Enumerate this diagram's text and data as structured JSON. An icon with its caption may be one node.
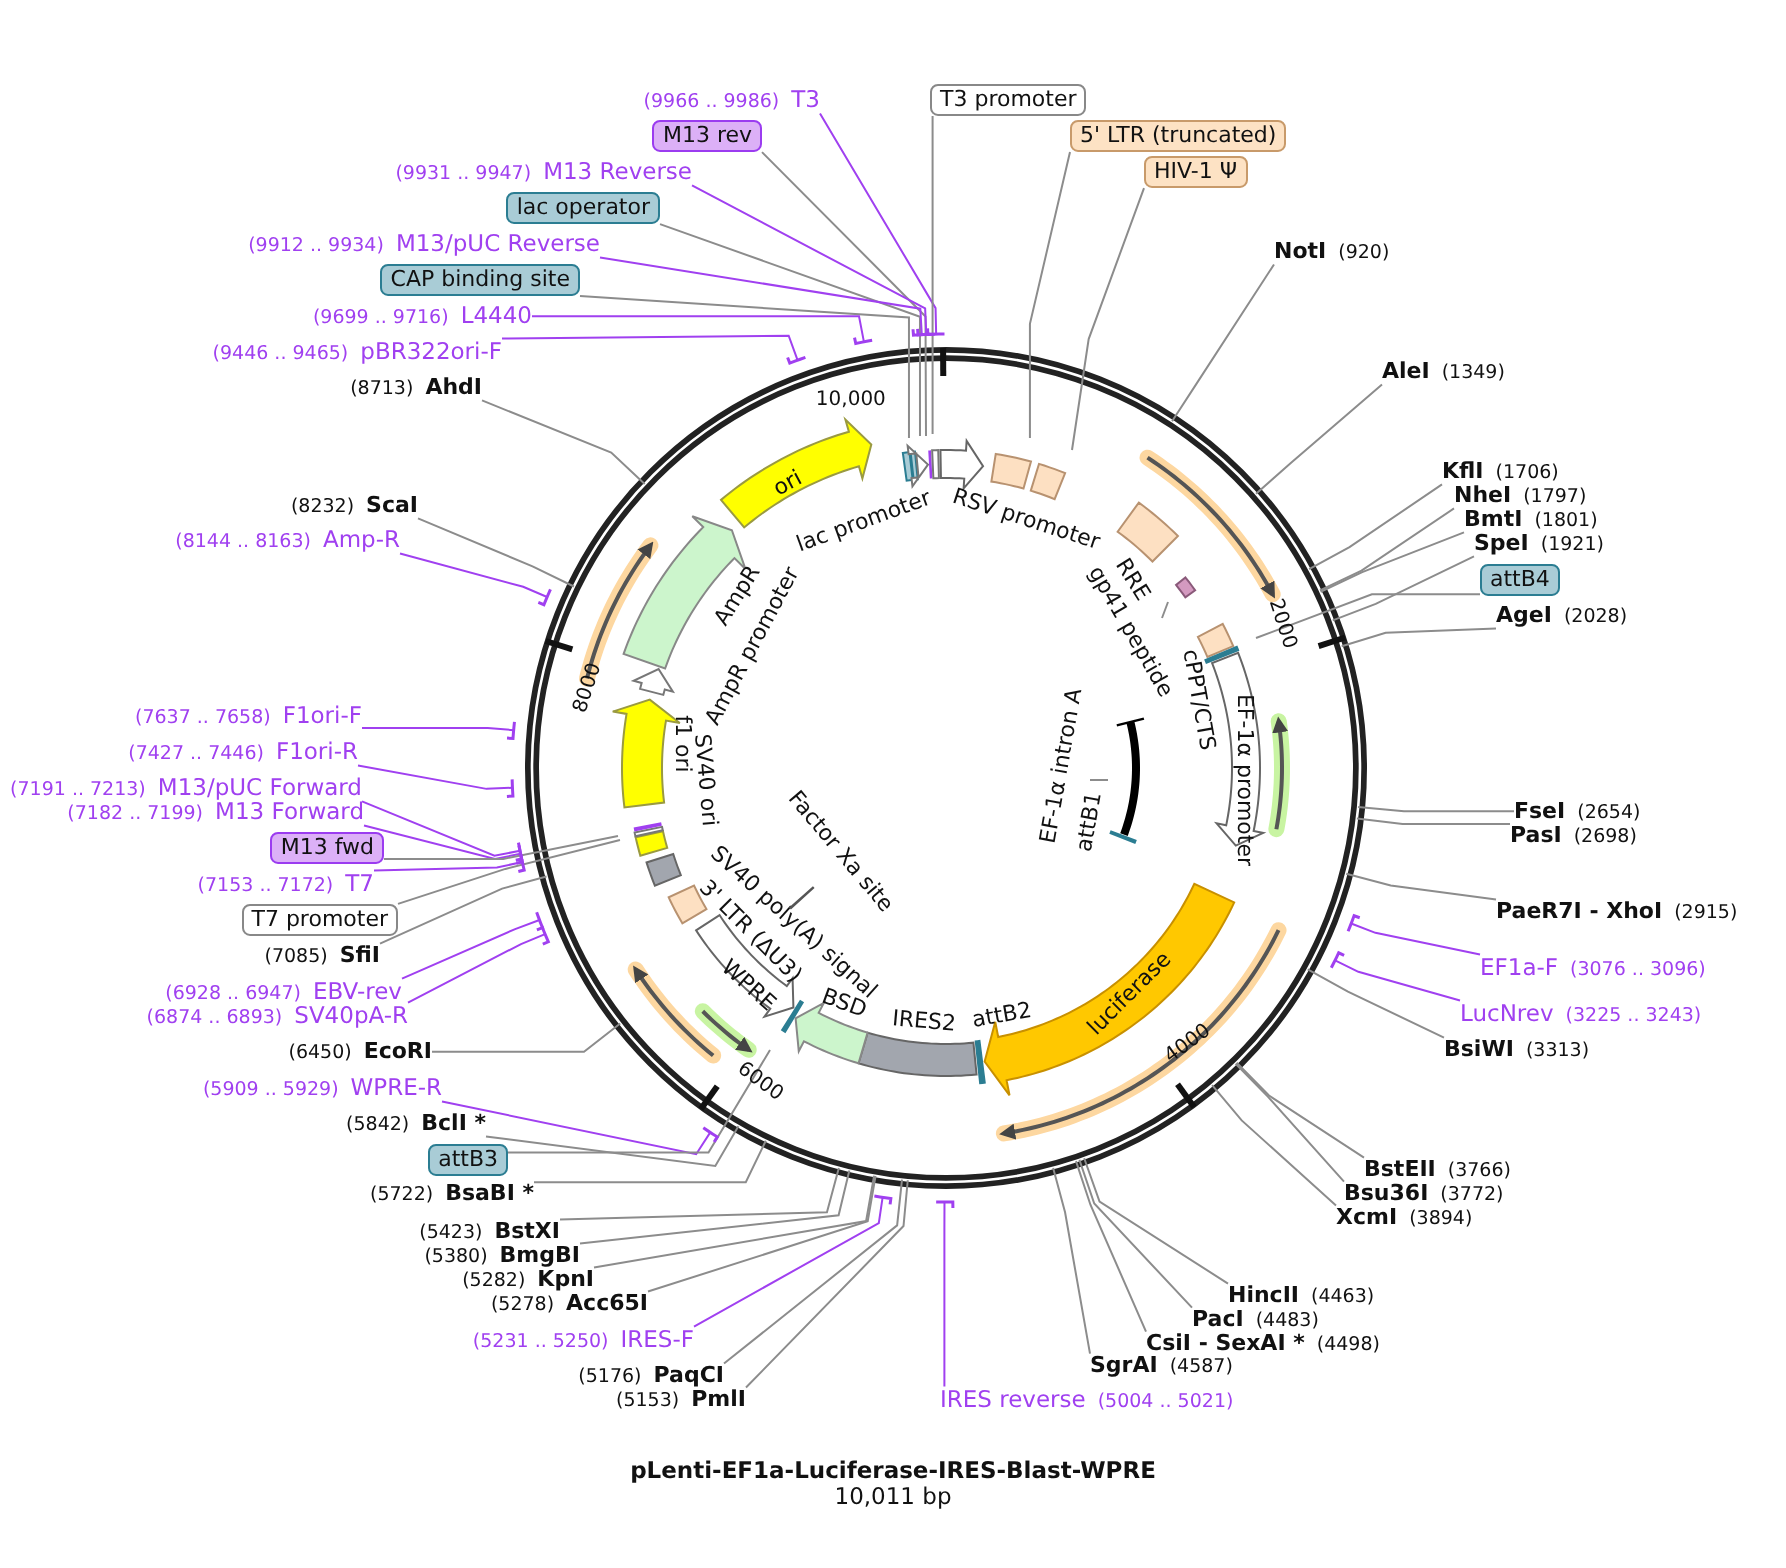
{
  "diagram": {
    "title": "pLenti-EF1a-Luciferase-IRES-Blast-WPRE",
    "caption": "10,011 bp",
    "nodes": [
      {
        "text": [
          "(9966 .. 9986)",
          "T3"
        ]
      },
      {
        "text": [
          "M13 rev"
        ]
      },
      {
        "text": [
          "(9931 .. 9947)",
          "M13 Reverse"
        ]
      },
      {
        "text": [
          "lac operator"
        ]
      },
      {
        "text": [
          "(9912 .. 9934)",
          "M13/pUC Reverse"
        ]
      },
      {
        "text": [
          "CAP binding site"
        ]
      },
      {
        "text": [
          "(9699 .. 9716)",
          "L4440"
        ]
      },
      {
        "text": [
          "(9446 .. 9465)",
          "pBR322ori-F"
        ]
      },
      {
        "text": [
          "(8713)",
          "AhdI"
        ]
      },
      {
        "text": [
          "(8232)",
          "ScaI"
        ]
      },
      {
        "text": [
          "(8144 .. 8163)",
          "Amp-R"
        ]
      },
      {
        "text": [
          "(7637 .. 7658)",
          "F1ori-F"
        ]
      },
      {
        "text": [
          "(7427 .. 7446)",
          "F1ori-R"
        ]
      },
      {
        "text": [
          "(7191 .. 7213)",
          "M13/pUC Forward"
        ]
      },
      {
        "text": [
          "(7182 .. 7199)",
          "M13 Forward"
        ]
      },
      {
        "text": [
          "M13 fwd"
        ]
      },
      {
        "text": [
          "(7153 .. 7172)",
          "T7"
        ]
      },
      {
        "text": [
          "T7 promoter"
        ]
      },
      {
        "text": [
          "(7085)",
          "SfiI"
        ]
      },
      {
        "text": [
          "(6928 .. 6947)",
          "EBV-rev"
        ]
      },
      {
        "text": [
          "(6874 .. 6893)",
          "SV40pA-R"
        ]
      },
      {
        "text": [
          "(6450)",
          "EcoRI"
        ]
      },
      {
        "text": [
          "(5909 .. 5929)",
          "WPRE-R"
        ]
      },
      {
        "text": [
          "(5842)",
          "BclI *"
        ]
      },
      {
        "text": [
          "attB3"
        ]
      },
      {
        "text": [
          "(5722)",
          "BsaBI *"
        ]
      },
      {
        "text": [
          "(5423)",
          "BstXI"
        ]
      },
      {
        "text": [
          "(5380)",
          "BmgBI"
        ]
      },
      {
        "text": [
          "(5282)",
          "KpnI"
        ]
      },
      {
        "text": [
          "(5278)",
          "Acc65I"
        ]
      },
      {
        "text": [
          "(5231 .. 5250)",
          "IRES-F"
        ]
      },
      {
        "text": [
          "(5176)",
          "PaqCI"
        ]
      },
      {
        "text": [
          "(5153)",
          "PmlI"
        ]
      },
      {
        "text": [
          "IRES reverse",
          "(5004 .. 5021)"
        ]
      },
      {
        "text": [
          "T3 promoter"
        ]
      },
      {
        "text": [
          "5' LTR (truncated)"
        ]
      },
      {
        "text": [
          "HIV-1 Ψ"
        ]
      },
      {
        "text": [
          "NotI",
          "(920)"
        ]
      },
      {
        "text": [
          "AleI",
          "(1349)"
        ]
      },
      {
        "text": [
          "KflI",
          "(1706)"
        ]
      },
      {
        "text": [
          "NheI",
          "(1797)"
        ]
      },
      {
        "text": [
          "BmtI",
          "(1801)"
        ]
      },
      {
        "text": [
          "SpeI",
          "(1921)"
        ]
      },
      {
        "text": [
          "attB4"
        ]
      },
      {
        "text": [
          "AgeI",
          "(2028)"
        ]
      },
      {
        "text": [
          "FseI",
          "(2654)"
        ]
      },
      {
        "text": [
          "PasI",
          "(2698)"
        ]
      },
      {
        "text": [
          "PaeR7I - XhoI",
          "(2915)"
        ]
      },
      {
        "text": [
          "EF1a-F",
          "(3076 .. 3096)"
        ]
      },
      {
        "text": [
          "LucNrev",
          "(3225 .. 3243)"
        ]
      },
      {
        "text": [
          "BsiWI",
          "(3313)"
        ]
      },
      {
        "text": [
          "BstEII",
          "(3766)"
        ]
      },
      {
        "text": [
          "Bsu36I",
          "(3772)"
        ]
      },
      {
        "text": [
          "XcmI",
          "(3894)"
        ]
      },
      {
        "text": [
          "HincII",
          "(4463)"
        ]
      },
      {
        "text": [
          "PacI",
          "(4483)"
        ]
      },
      {
        "text": [
          "CsiI - SexAI *",
          "(4498)"
        ]
      },
      {
        "text": [
          "SgrAI",
          "(4587)"
        ]
      },
      {
        "text": [],
        "shape": "box"
      },
      {
        "text": [],
        "shape": "box"
      },
      {
        "text": [],
        "shape": "arrow",
        "beside": [
          "lac promoter"
        ]
      },
      {
        "text": [],
        "shape": "bar"
      },
      {
        "text": [],
        "shape": "box"
      },
      {
        "text": [],
        "shape": "arrow",
        "beside": [
          "RSV promoter"
        ]
      },
      {
        "text": [],
        "shape": "box"
      },
      {
        "text": [],
        "shape": "box"
      },
      {
        "text": [],
        "shape": "box",
        "beside": [
          "RRE"
        ]
      },
      {
        "text": [],
        "shape": "box"
      },
      {
        "text": [],
        "shape": "box",
        "beside": [
          "cPPT/CTS"
        ]
      },
      {
        "text": [],
        "shape": "bar"
      },
      {
        "text": [
          "EF-1α promoter"
        ]
      },
      {
        "text": [],
        "shape": "arc"
      },
      {
        "text": [],
        "shape": "bar",
        "beside": [
          "attB1"
        ]
      },
      {
        "text": [
          "luciferase"
        ]
      },
      {
        "text": [],
        "shape": "bar",
        "beside": [
          "attB2"
        ]
      },
      {
        "text": [],
        "shape": "box",
        "beside": [
          "IRES2"
        ]
      },
      {
        "text": [],
        "shape": "arrow",
        "beside": [
          "BSD"
        ]
      },
      {
        "text": [],
        "shape": "bar"
      },
      {
        "text": [
          "WPRE"
        ]
      },
      {
        "text": [],
        "shape": "box",
        "beside": [
          "3' LTR (ΔU3)"
        ]
      },
      {
        "text": [],
        "shape": "box"
      },
      {
        "text": [],
        "shape": "box"
      },
      {
        "text": [],
        "shape": "box"
      },
      {
        "text": [],
        "shape": "bar"
      },
      {
        "text": [],
        "shape": "arrow",
        "beside": [
          "f1 ori"
        ]
      },
      {
        "text": [],
        "shape": "arrow"
      },
      {
        "text": [],
        "shape": "arrow",
        "beside": [
          "AmpR"
        ]
      },
      {
        "text": [
          "ori"
        ]
      },
      {
        "text": [
          "gp41 peptide"
        ]
      },
      {
        "text": [
          "EF-1α intron A"
        ]
      },
      {
        "text": [],
        "shape": "bar",
        "beside": [
          "Factor Xa site"
        ]
      }
    ],
    "edges": [
      {
        "from": 0,
        "to": null,
        "arrow": "none",
        "color": "#a040f0"
      },
      {
        "from": 1,
        "to": 61,
        "arrow": "none"
      },
      {
        "from": 2,
        "to": null,
        "arrow": "none",
        "color": "#a040f0"
      },
      {
        "from": 3,
        "to": 59,
        "arrow": "none"
      },
      {
        "from": 4,
        "to": null,
        "arrow": "none",
        "color": "#a040f0"
      },
      {
        "from": 5,
        "to": 58,
        "arrow": "none"
      },
      {
        "from": 6,
        "to": null,
        "arrow": "none",
        "color": "#a040f0"
      },
      {
        "from": 7,
        "to": null,
        "arrow": "none",
        "color": "#a040f0"
      },
      {
        "from": 8,
        "to": null,
        "arrow": "none"
      },
      {
        "from": 9,
        "to": null,
        "arrow": "none"
      },
      {
        "from": 10,
        "to": null,
        "arrow": "none",
        "color": "#a040f0"
      },
      {
        "from": 11,
        "to": null,
        "arrow": "none",
        "color": "#a040f0"
      },
      {
        "from": 12,
        "to": null,
        "arrow": "none",
        "color": "#a040f0"
      },
      {
        "from": 13,
        "to": null,
        "arrow": "none",
        "color": "#a040f0"
      },
      {
        "from": 14,
        "to": null,
        "arrow": "none",
        "color": "#a040f0"
      },
      {
        "from": 15,
        "to": 83,
        "arrow": "none"
      },
      {
        "from": 16,
        "to": null,
        "arrow": "none",
        "color": "#a040f0"
      },
      {
        "from": 17,
        "to": 82,
        "arrow": "none"
      },
      {
        "from": 18,
        "to": null,
        "arrow": "none"
      },
      {
        "from": 19,
        "to": null,
        "arrow": "none",
        "color": "#a040f0"
      },
      {
        "from": 20,
        "to": null,
        "arrow": "none",
        "color": "#a040f0"
      },
      {
        "from": 21,
        "to": null,
        "arrow": "none"
      },
      {
        "from": 22,
        "to": null,
        "arrow": "none",
        "color": "#a040f0"
      },
      {
        "from": 23,
        "to": null,
        "arrow": "none"
      },
      {
        "from": 24,
        "to": 77,
        "arrow": "none"
      },
      {
        "from": 25,
        "to": null,
        "arrow": "none"
      },
      {
        "from": 26,
        "to": null,
        "arrow": "none"
      },
      {
        "from": 27,
        "to": null,
        "arrow": "none"
      },
      {
        "from": 28,
        "to": null,
        "arrow": "none"
      },
      {
        "from": 29,
        "to": null,
        "arrow": "none"
      },
      {
        "from": 30,
        "to": null,
        "arrow": "none",
        "color": "#a040f0"
      },
      {
        "from": 31,
        "to": null,
        "arrow": "none"
      },
      {
        "from": 32,
        "to": null,
        "arrow": "none"
      },
      {
        "from": 33,
        "to": null,
        "arrow": "none",
        "color": "#a040f0"
      },
      {
        "from": 34,
        "to": 62,
        "arrow": "none"
      },
      {
        "from": 35,
        "to": 64,
        "arrow": "none"
      },
      {
        "from": 36,
        "to": 65,
        "arrow": "none"
      },
      {
        "from": 37,
        "to": null,
        "arrow": "none"
      },
      {
        "from": 38,
        "to": null,
        "arrow": "none"
      },
      {
        "from": 39,
        "to": null,
        "arrow": "none"
      },
      {
        "from": 40,
        "to": null,
        "arrow": "none"
      },
      {
        "from": 41,
        "to": null,
        "arrow": "none"
      },
      {
        "from": 42,
        "to": null,
        "arrow": "none"
      },
      {
        "from": 43,
        "to": 69,
        "arrow": "none"
      },
      {
        "from": 44,
        "to": null,
        "arrow": "none"
      },
      {
        "from": 45,
        "to": null,
        "arrow": "none"
      },
      {
        "from": 46,
        "to": null,
        "arrow": "none"
      },
      {
        "from": 47,
        "to": null,
        "arrow": "none"
      },
      {
        "from": 48,
        "to": null,
        "arrow": "none",
        "color": "#a040f0"
      },
      {
        "from": 49,
        "to": null,
        "arrow": "none",
        "color": "#a040f0"
      },
      {
        "from": 50,
        "to": null,
        "arrow": "none"
      },
      {
        "from": 51,
        "to": null,
        "arrow": "none"
      },
      {
        "from": 52,
        "to": null,
        "arrow": "none"
      },
      {
        "from": 53,
        "to": null,
        "arrow": "none"
      },
      {
        "from": 54,
        "to": null,
        "arrow": "none"
      },
      {
        "from": 55,
        "to": null,
        "arrow": "none"
      },
      {
        "from": 56,
        "to": null,
        "arrow": "none"
      },
      {
        "from": 57,
        "to": null,
        "arrow": "none"
      },
      {
        "from": 88,
        "to": 67,
        "arrow": "none"
      },
      {
        "from": 89,
        "to": 71,
        "arrow": "none"
      }
    ],
    "labels": [
      "10,000",
      "2000",
      "4000",
      "6000",
      "8000",
      "AmpR promoter",
      "SV40 ori",
      "SV40 poly(A) signal"
    ]
  }
}
